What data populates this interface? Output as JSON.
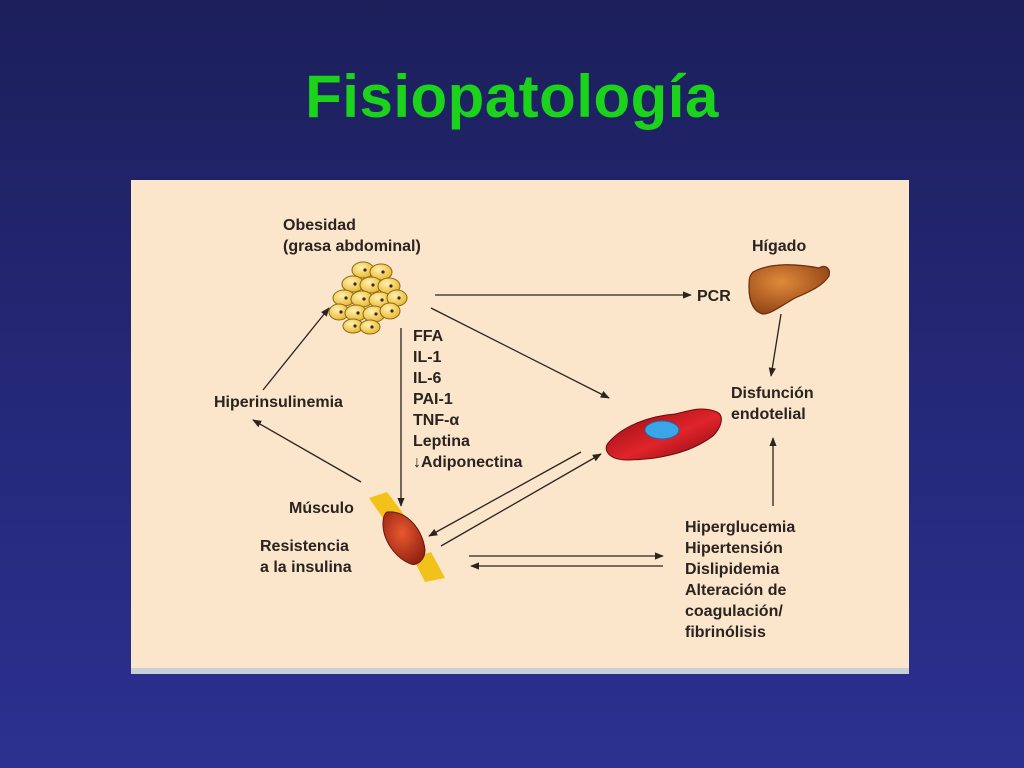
{
  "slide": {
    "title": "Fisiopatología"
  },
  "diagram": {
    "obesidad": [
      "Obesidad",
      "(grasa abdominal)"
    ],
    "higado": "Hígado",
    "pcr": "PCR",
    "disfuncion": [
      "Disfunción",
      "endotelial"
    ],
    "hiperinsulinemia": "Hiperinsulinemia",
    "factores": [
      "FFA",
      "IL-1",
      "IL-6",
      "PAI-1",
      "TNF-α",
      "↓Adiponectina",
      "Leptina"
    ],
    "musculo": "Músculo",
    "resistencia": [
      "Resistencia",
      "a la insulina"
    ],
    "consecuencias": [
      "Hiperglucemia",
      "Hipertensión",
      "Dislipidemia",
      "Alteración de",
      "coagulación/",
      "fibrinólisis"
    ]
  },
  "colors": {
    "title": "#1ad31a",
    "panel": "#fbe5cb",
    "background": "#1f2366",
    "liver": "#b8621e",
    "endothelial_cell": "#d81820",
    "nucleus": "#3aa6e8",
    "muscle": "#c4361e",
    "tendon": "#f2c21a",
    "fat_cell": "#f0c83a"
  },
  "icons": [
    "fat-cells-icon",
    "liver-icon",
    "endothelial-cell-icon",
    "muscle-icon"
  ]
}
